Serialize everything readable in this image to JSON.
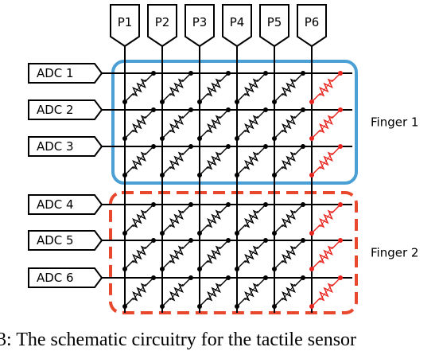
{
  "columns": [
    "P1",
    "P2",
    "P3",
    "P4",
    "P5",
    "P6"
  ],
  "rows": [
    "ADC 1",
    "ADC 2",
    "ADC 3",
    "ADC 4",
    "ADC 5",
    "ADC 6"
  ],
  "groups": [
    {
      "label": "Finger 1",
      "color": "#4a9fd4",
      "style": "solid",
      "rows": [
        0,
        1,
        2
      ]
    },
    {
      "label": "Finger 2",
      "color": "#e8492e",
      "style": "dashed",
      "rows": [
        3,
        4,
        5
      ]
    }
  ],
  "highlight_column": {
    "index": 5,
    "color": "#e8231d"
  },
  "caption": "3: The schematic circuitry for the tactile sensor"
}
